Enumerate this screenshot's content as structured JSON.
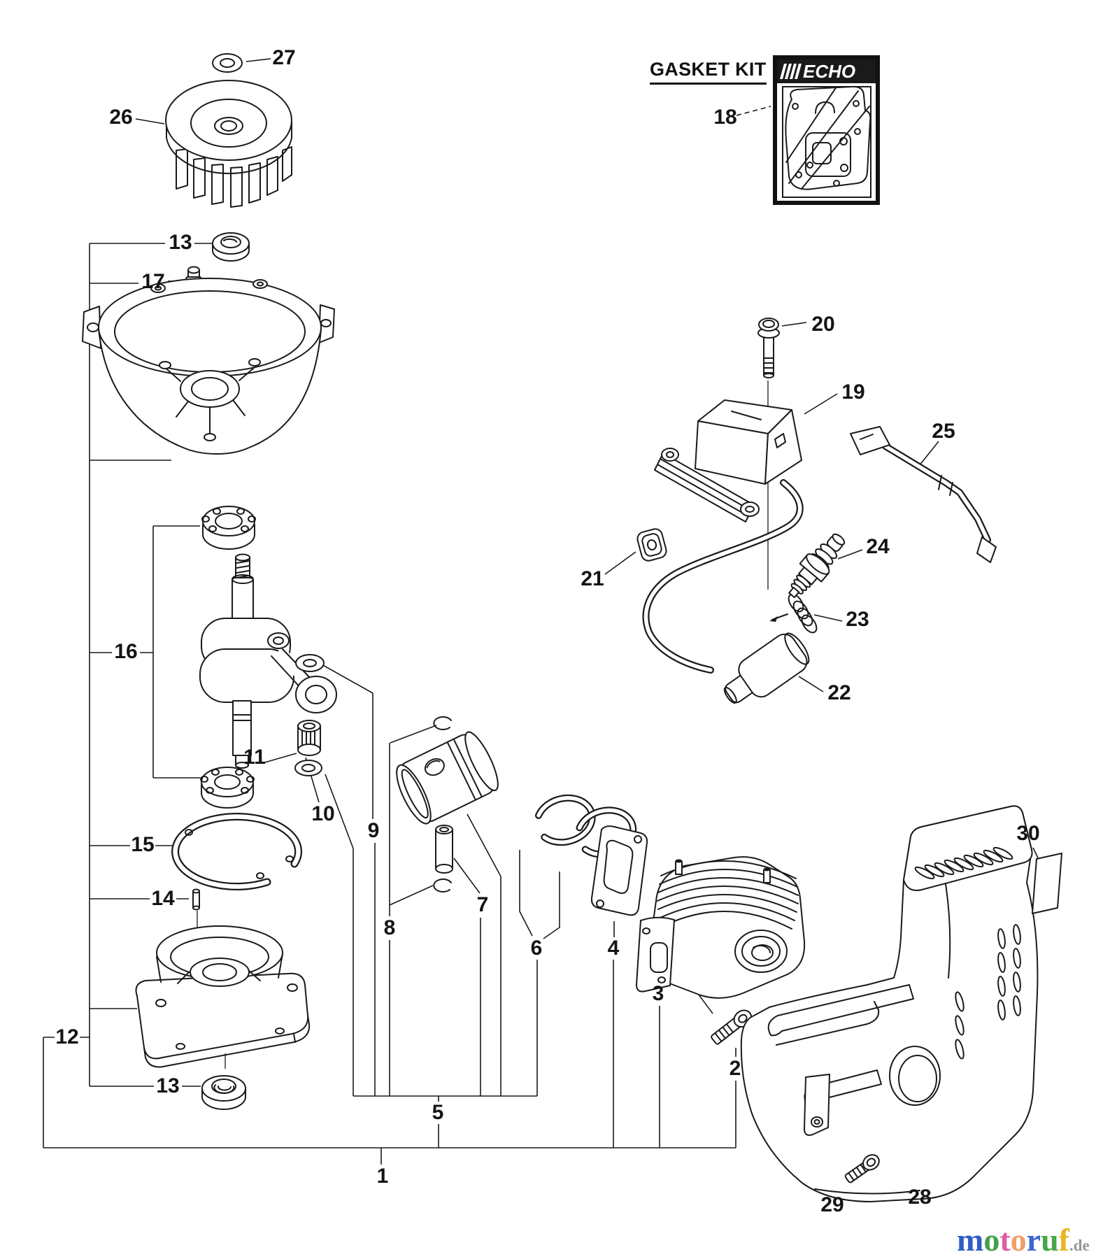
{
  "gasket_kit": {
    "heading": "GASKET KIT",
    "brand": "ECHO"
  },
  "watermark": {
    "letters": [
      {
        "ch": "m",
        "color": "#2e5ec6",
        "style": "color:#2e5ec6"
      },
      {
        "ch": "o",
        "color": "#46a14b",
        "style": "color:#46a14b"
      },
      {
        "ch": "t",
        "color": "#df5ca2",
        "style": "color:#df5ca2"
      },
      {
        "ch": "o",
        "color": "#f0a168",
        "style": "color:#f0a168"
      },
      {
        "ch": "r",
        "color": "#3c64d2",
        "style": "color:#3c64d2"
      },
      {
        "ch": "u",
        "color": "#49a649",
        "style": "color:#49a649"
      },
      {
        "ch": "f",
        "color": "#e9b51e",
        "style": "color:#e9b51e"
      }
    ],
    "suffix": ".de",
    "suffix_style": "color:#969696"
  },
  "callouts": [
    {
      "num": "1"
    },
    {
      "num": "2"
    },
    {
      "num": "3"
    },
    {
      "num": "4"
    },
    {
      "num": "5"
    },
    {
      "num": "6"
    },
    {
      "num": "7"
    },
    {
      "num": "8"
    },
    {
      "num": "9"
    },
    {
      "num": "10"
    },
    {
      "num": "11"
    },
    {
      "num": "12"
    },
    {
      "num": "13"
    },
    {
      "num": "13"
    },
    {
      "num": "14"
    },
    {
      "num": "15"
    },
    {
      "num": "16"
    },
    {
      "num": "17"
    },
    {
      "num": "18"
    },
    {
      "num": "19"
    },
    {
      "num": "20"
    },
    {
      "num": "21"
    },
    {
      "num": "22"
    },
    {
      "num": "23"
    },
    {
      "num": "24"
    },
    {
      "num": "25"
    },
    {
      "num": "26"
    },
    {
      "num": "27"
    },
    {
      "num": "28"
    },
    {
      "num": "29"
    },
    {
      "num": "30"
    }
  ]
}
